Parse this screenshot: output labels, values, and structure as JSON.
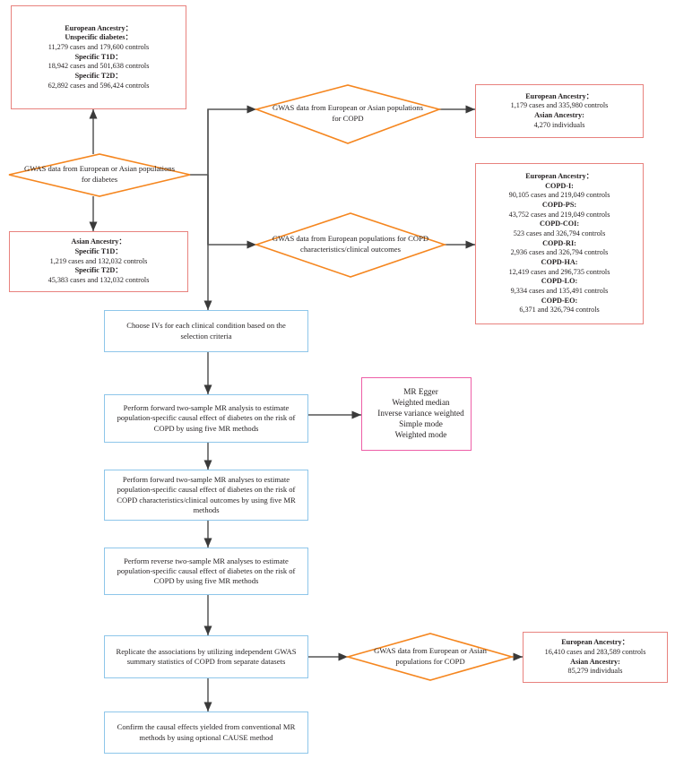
{
  "diagram": {
    "type": "flowchart",
    "title": "Mendelian randomization study design flowchart",
    "colors": {
      "red_box_border": "#e8827e",
      "blue_box_border": "#8ec6ea",
      "pink_box_border": "#ee5fa7",
      "diamond_border": "#f5861f",
      "arrow": "#404040",
      "text": "#231f20"
    }
  },
  "nodes": {
    "european_diabetes": {
      "shape": "rect-red",
      "lines": [
        {
          "text": "European Ancestry：",
          "bold": true
        },
        {
          "text": "Unspecific diabetes：",
          "bold": true
        },
        {
          "text": "11,279 cases and 179,600 controls",
          "bold": false
        },
        {
          "text": "Specific T1D：",
          "bold": true
        },
        {
          "text": "18,942 cases and 501,638 controls",
          "bold": false
        },
        {
          "text": "Specific T2D：",
          "bold": true
        },
        {
          "text": "62,892 cases and 596,424 controls",
          "bold": false
        }
      ]
    },
    "asian_diabetes": {
      "shape": "rect-red",
      "lines": [
        {
          "text": "Asian Ancestry：",
          "bold": true
        },
        {
          "text": "Specific T1D：",
          "bold": true
        },
        {
          "text": "1,219 cases and 132,032 controls",
          "bold": false
        },
        {
          "text": "Specific T2D：",
          "bold": true
        },
        {
          "text": "45,383 cases and 132,032 controls",
          "bold": false
        }
      ]
    },
    "copd_counts": {
      "shape": "rect-red",
      "lines": [
        {
          "text": "European Ancestry：",
          "bold": true
        },
        {
          "text": "1,179 cases and 335,980 controls",
          "bold": false
        },
        {
          "text": "Asian Ancestry:",
          "bold": true
        },
        {
          "text": "4,270 individuals",
          "bold": false
        }
      ]
    },
    "copd_characteristics_counts": {
      "shape": "rect-red",
      "lines": [
        {
          "text": "European Ancestry：",
          "bold": true
        },
        {
          "text": "COPD-I:",
          "bold": true
        },
        {
          "text": "90,105 cases and 219,049 controls",
          "bold": false
        },
        {
          "text": "COPD-PS:",
          "bold": true
        },
        {
          "text": "43,752 cases and 219,049 controls",
          "bold": false
        },
        {
          "text": "COPD-COI:",
          "bold": true
        },
        {
          "text": "523 cases and 326,794 controls",
          "bold": false
        },
        {
          "text": "COPD-RI:",
          "bold": true
        },
        {
          "text": "2,936 cases and 326,794 controls",
          "bold": false
        },
        {
          "text": "COPD-HA:",
          "bold": true
        },
        {
          "text": "12,419 cases and 296,735 controls",
          "bold": false
        },
        {
          "text": "COPD-LO:",
          "bold": true
        },
        {
          "text": "9,334 cases and 135,491 controls",
          "bold": false
        },
        {
          "text": "COPD-EO:",
          "bold": true
        },
        {
          "text": "6,371 and 326,794 controls",
          "bold": false
        }
      ]
    },
    "replication_counts": {
      "shape": "rect-red",
      "lines": [
        {
          "text": "European Ancestry：",
          "bold": true
        },
        {
          "text": "16,410 cases and 283,589 controls",
          "bold": false
        },
        {
          "text": "Asian Ancestry:",
          "bold": true
        },
        {
          "text": "85,279 individuals",
          "bold": false
        }
      ]
    },
    "diamond_diabetes": {
      "shape": "diamond",
      "text": "GWAS data from European or Asian populations for diabetes"
    },
    "diamond_copd": {
      "shape": "diamond",
      "text": "GWAS data from European or Asian populations for COPD"
    },
    "diamond_copd_characteristics": {
      "shape": "diamond",
      "text": "GWAS data from European populations for COPD characteristics/clinical outcomes"
    },
    "diamond_copd_replication": {
      "shape": "diamond",
      "text": "GWAS data from European or Asian populations for COPD"
    },
    "choose_ivs": {
      "shape": "rect-blue",
      "text": "Choose IVs for each clinical condition based on the selection criteria"
    },
    "forward_mr_copd": {
      "shape": "rect-blue",
      "text": "Perform forward two-sample MR analysis to estimate population-specific causal effect of diabetes on the risk of COPD by using five MR methods"
    },
    "forward_mr_characteristics": {
      "shape": "rect-blue",
      "text": "Perform forward two-sample MR analyses to estimate population-specific causal effect of diabetes on the risk of COPD characteristics/clinical outcomes by using five MR methods"
    },
    "reverse_mr": {
      "shape": "rect-blue",
      "text": "Perform reverse two-sample MR analyses to estimate population-specific causal effect of diabetes on the risk of COPD by using five MR methods"
    },
    "replicate": {
      "shape": "rect-blue",
      "text": "Replicate the associations by utilizing independent GWAS summary statistics of COPD from separate datasets"
    },
    "confirm_cause": {
      "shape": "rect-blue",
      "text": "Confirm the causal effects yielded from conventional MR methods by using optional CAUSE method"
    },
    "mr_methods": {
      "shape": "rect-pink",
      "items": [
        "MR Egger",
        "Weighted median",
        "Inverse variance weighted",
        "Simple mode",
        "Weighted mode"
      ]
    }
  }
}
